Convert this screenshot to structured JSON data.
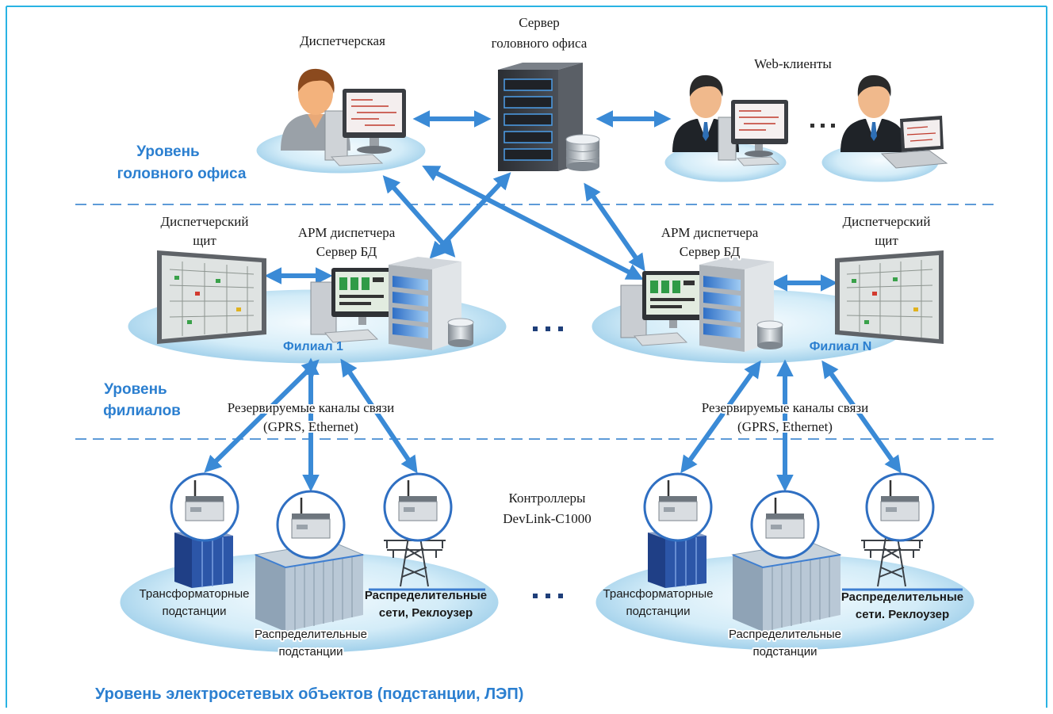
{
  "diagram": {
    "head_office": {
      "server_label": [
        "Сервер",
        "головного офиса"
      ],
      "dispatch_label": "Диспетчерская",
      "web_clients_label": "Web-клиенты",
      "level_label": [
        "Уровень",
        "головного офиса"
      ]
    },
    "branches": {
      "level_label": [
        "Уровень",
        "филиалов"
      ],
      "branch_1": {
        "name": "Филиал 1",
        "panel_label": [
          "Диспетчерский",
          "щит"
        ],
        "workstation_label": [
          "АРМ диспетчера",
          "Сервер БД"
        ],
        "channels_label": [
          "Резервируемые каналы связи",
          "(GPRS, Ethernet)"
        ]
      },
      "branch_n": {
        "name": "Филиал N",
        "panel_label": [
          "Диспетчерский",
          "щит"
        ],
        "workstation_label": [
          "АРМ диспетчера",
          "Сервер БД"
        ],
        "channels_label": [
          "Резервируемые каналы связи",
          "(GPRS, Ethernet)"
        ]
      }
    },
    "grid_objects": {
      "level_label": "Уровень электросетевых объектов (подстанции, ЛЭП)",
      "controllers_label": [
        "Контроллеры",
        "DevLink-C1000"
      ],
      "left_group": {
        "transformer_substations": [
          "Трансформаторные",
          "подстанции"
        ],
        "distribution_substations": [
          "Распределительные",
          "подстанции"
        ],
        "distribution_networks": [
          "Распределительные",
          "сети, Реклоузер"
        ]
      },
      "right_group": {
        "transformer_substations": [
          "Трансформаторные",
          "подстанции"
        ],
        "distribution_substations": [
          "Распределительные",
          "подстанции"
        ],
        "distribution_networks": [
          "Распределительные",
          "сети. Реклоузер"
        ]
      }
    }
  },
  "colors": {
    "frame": "#29b3e3",
    "level_label": "#2b7fd0",
    "arrow": "#3a8ad6",
    "dashed_divider": "#5e9bd8",
    "controller_ring": "#2f6fc2"
  }
}
